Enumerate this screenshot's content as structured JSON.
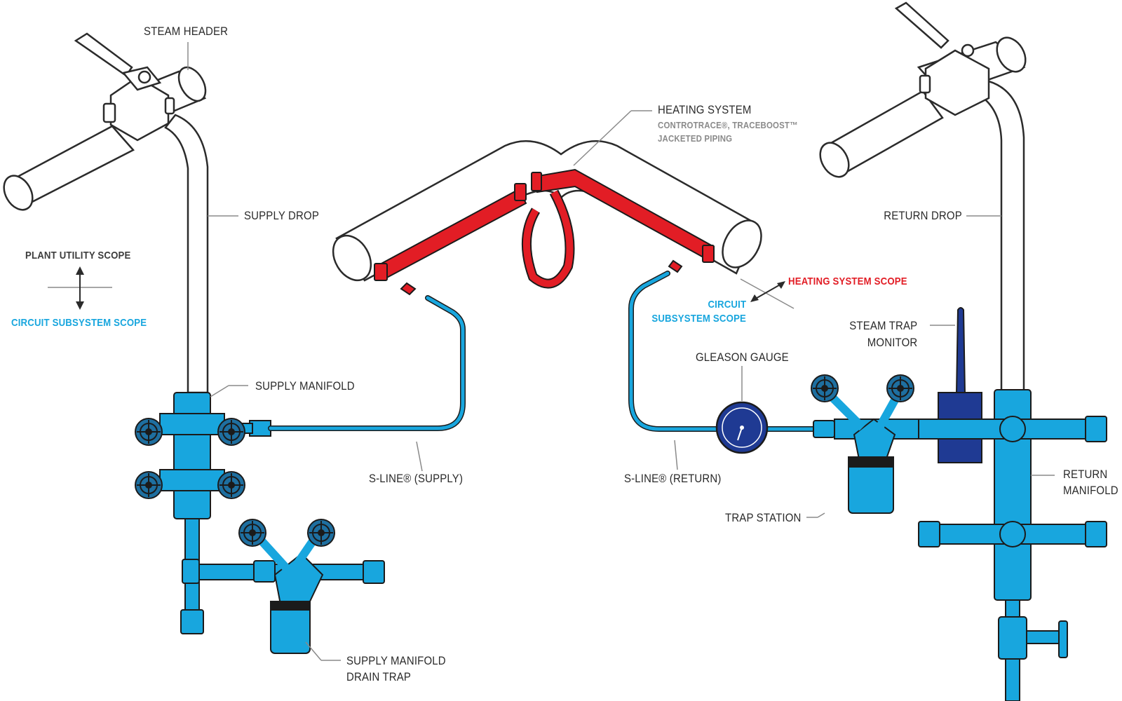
{
  "labels": {
    "steam_header": "STEAM HEADER",
    "supply_drop": "SUPPLY DROP",
    "plant_utility_scope": "PLANT UTILITY SCOPE",
    "circuit_subsystem_scope_left": "CIRCUIT SUBSYSTEM SCOPE",
    "supply_manifold": "SUPPLY MANIFOLD",
    "s_line_supply": "S-LINE® (SUPPLY)",
    "supply_manifold_drain_trap_line1": "SUPPLY MANIFOLD",
    "supply_manifold_drain_trap_line2": "DRAIN TRAP",
    "heating_system": "HEATING SYSTEM",
    "heating_system_sub1": "CONTROTRACE®, TRACEBOOST™",
    "heating_system_sub2": "JACKETED PIPING",
    "heating_system_scope": "HEATING SYSTEM SCOPE",
    "circuit_subsystem_scope_center_line1": "CIRCUIT",
    "circuit_subsystem_scope_center_line2": "SUBSYSTEM SCOPE",
    "gleason_gauge": "GLEASON GAUGE",
    "s_line_return": "S-LINE® (RETURN)",
    "trap_station": "TRAP STATION",
    "steam_trap_monitor_line1": "STEAM TRAP",
    "steam_trap_monitor_line2": "MONITOR",
    "return_drop": "RETURN DROP",
    "return_manifold_line1": "RETURN",
    "return_manifold_line2": "MANIFOLD"
  },
  "colors": {
    "circuit_blue": "#18a6de",
    "heating_red": "#e21d25",
    "gauge_navy": "#1f3a93",
    "valve_wheel": "#1d5a86",
    "outline": "#2b2b2b",
    "pipe_white": "#ffffff"
  }
}
